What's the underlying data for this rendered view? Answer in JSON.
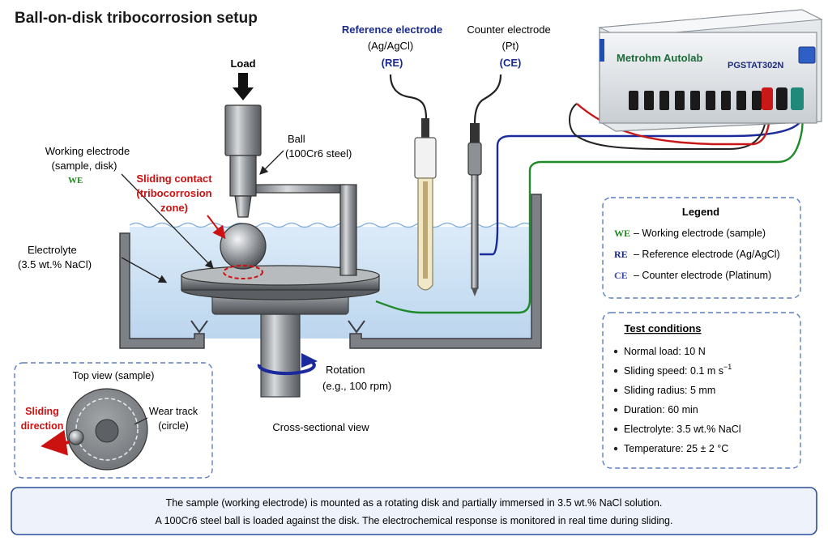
{
  "title": "Ball-on-disk tribocorrosion setup",
  "load": {
    "label": "Load"
  },
  "ball": {
    "label": "Ball",
    "sub": "(100Cr6 steel)"
  },
  "working_electrode": {
    "label": "Working electrode",
    "sub": "(sample, disk)",
    "abbr": "WE"
  },
  "sliding_contact": {
    "line1": "Sliding contact",
    "line2": "(tribocorrosion",
    "line3": "zone)"
  },
  "electrolyte": {
    "label": "Electrolyte",
    "sub": "(3.5 wt.% NaCl)"
  },
  "reference_electrode": {
    "label": "Reference electrode",
    "sub": "(Ag/AgCl)",
    "abbr": "(RE)"
  },
  "counter_electrode": {
    "label": "Counter electrode",
    "sub": "(Pt)",
    "abbr": "(CE)"
  },
  "instrument": {
    "brand": "Metrohm Autolab",
    "model": "PGSTAT302N"
  },
  "rotation": {
    "label": "Rotation",
    "sub": "(e.g., 100 rpm)"
  },
  "cross_section_label": "Cross-sectional view",
  "top_view": {
    "title": "Top view (sample)",
    "sliding_direction_1": "Sliding",
    "sliding_direction_2": "direction",
    "wear_track_1": "Wear track",
    "wear_track_2": "(circle)"
  },
  "legend": {
    "title": "Legend",
    "items": [
      {
        "abbr": "WE",
        "text": "– Working electrode (sample)",
        "color": "#1e8a1e"
      },
      {
        "abbr": "RE",
        "text": "– Reference electrode (Ag/AgCl)",
        "color": "#1a2a8c"
      },
      {
        "abbr": "CE",
        "text": "– Counter electrode (Platinum)",
        "color": "#3a4ab0"
      }
    ]
  },
  "test_conditions": {
    "title": "Test conditions",
    "items": [
      {
        "text": "Normal load: 10 N"
      },
      {
        "text": "Sliding speed: 0.1 m s",
        "sup": "−1"
      },
      {
        "text": "Sliding radius: 5 mm"
      },
      {
        "text": "Duration: 60 min"
      },
      {
        "text": "Electrolyte: 3.5 wt.% NaCl"
      },
      {
        "text": "Temperature: 25 ± 2 °C"
      }
    ]
  },
  "caption": {
    "line1": "The sample (working electrode) is mounted as a rotating disk and partially immersed in 3.5 wt.% NaCl solution.",
    "line2": "A 100Cr6 steel ball is loaded against the disk. The electrochemical response is monitored in real time during sliding."
  },
  "colors": {
    "we": "#1e8a1e",
    "re": "#1a2a8c",
    "ce": "#3a4ab0",
    "highlight": "#cc1111",
    "electrolyte": "#cfe4f5",
    "panel_border": "#5b7fc4",
    "wire_blue": "#1a2a9c",
    "wire_green": "#1f8a2a",
    "wire_red": "#c81818"
  }
}
